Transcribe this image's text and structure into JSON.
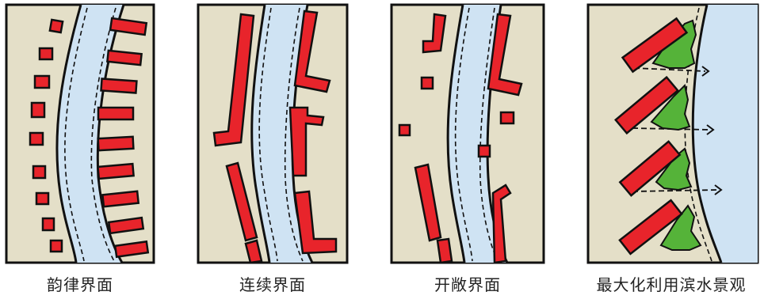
{
  "colors": {
    "land": "#e4dfc8",
    "water": "#cfe3f3",
    "building": "#e8242b",
    "vegetation": "#55b339",
    "ink": "#111111"
  },
  "panels": [
    {
      "id": "rhythmic",
      "caption": "韵律界面"
    },
    {
      "id": "continuous",
      "caption": "连续界面"
    },
    {
      "id": "open",
      "caption": "开敞界面"
    },
    {
      "id": "maximize",
      "caption": "最大化利用滨水景观"
    }
  ]
}
